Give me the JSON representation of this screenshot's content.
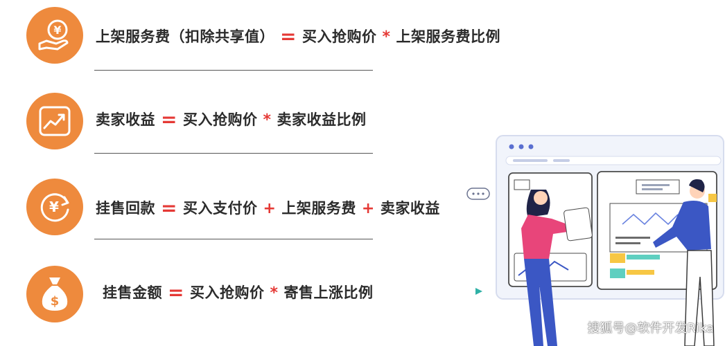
{
  "rows": [
    {
      "icon": "yen-hand-icon",
      "lhs": "上架服务费（扣除共享值）",
      "op1": "=",
      "rhs1": "买入抢购价",
      "op2": "*",
      "rhs2": "上架服务费比例"
    },
    {
      "icon": "trend-chart-icon",
      "lhs": "卖家收益",
      "op1": "=",
      "rhs1": "买入抢购价",
      "op2": "*",
      "rhs2": "卖家收益比例"
    },
    {
      "icon": "yen-refresh-icon",
      "lhs": "挂售回款",
      "op1": "=",
      "rhs1": "买入支付价",
      "op2": "+",
      "rhs2": "上架服务费",
      "op3": "+",
      "rhs3": "卖家收益"
    },
    {
      "icon": "money-bag-icon",
      "lhs": "挂售金额",
      "op1": "=",
      "rhs1": "买入抢购价",
      "op2": "*",
      "rhs2": "寄售上涨比例"
    }
  ],
  "colors": {
    "accent_orange": "#ee8a3d",
    "operator_red": "#e53935",
    "text_dark": "#2b2b2b",
    "illustration_blue": "#3b57c4",
    "illustration_pink": "#e8457a"
  },
  "watermark": "搜狐号@软件开发Rika"
}
